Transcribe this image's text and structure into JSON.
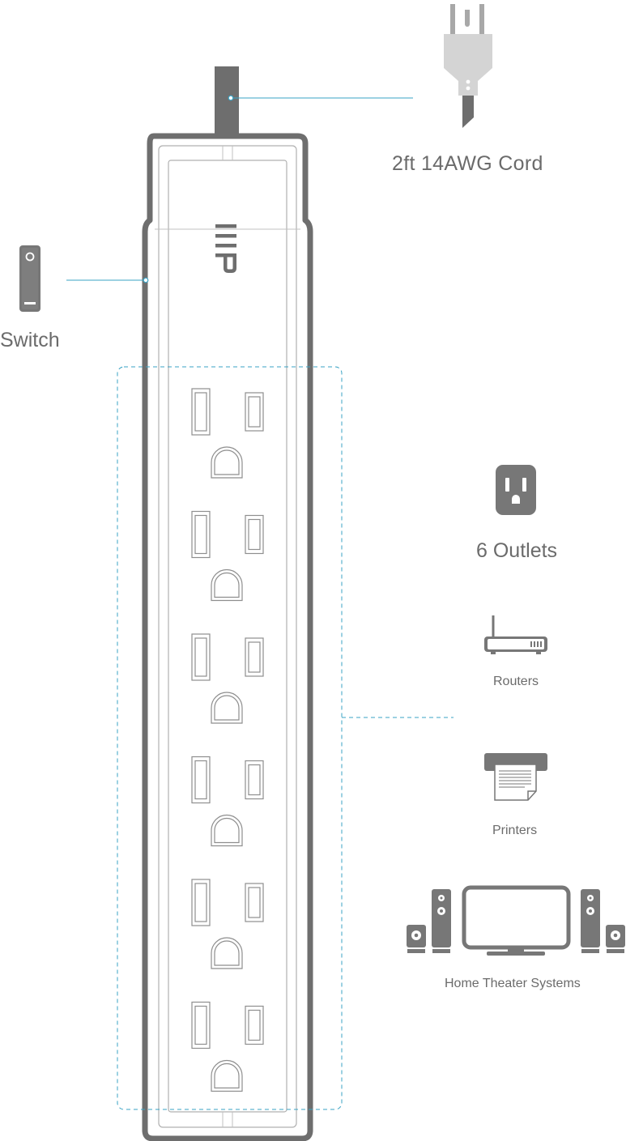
{
  "product": {
    "logo_text": "MP",
    "outlet_count": 6
  },
  "features": {
    "cord_label": "2ft 14AWG Cord",
    "switch_label": "Switch",
    "outlets_label": "6 Outlets"
  },
  "devices": {
    "routers_label": "Routers",
    "printers_label": "Printers",
    "theater_label": "Home Theater Systems"
  },
  "colors": {
    "body_gray": "#6e6e6e",
    "icon_gray": "#7a7a7a",
    "callout_line": "#3aa3c4",
    "outline_light": "#9a9a9a"
  },
  "icons": {
    "plug": "plug-icon",
    "switch": "rocker-switch-icon",
    "outlet": "outlet-icon",
    "router": "router-icon",
    "printer": "printer-icon",
    "theater": "home-theater-icon"
  }
}
